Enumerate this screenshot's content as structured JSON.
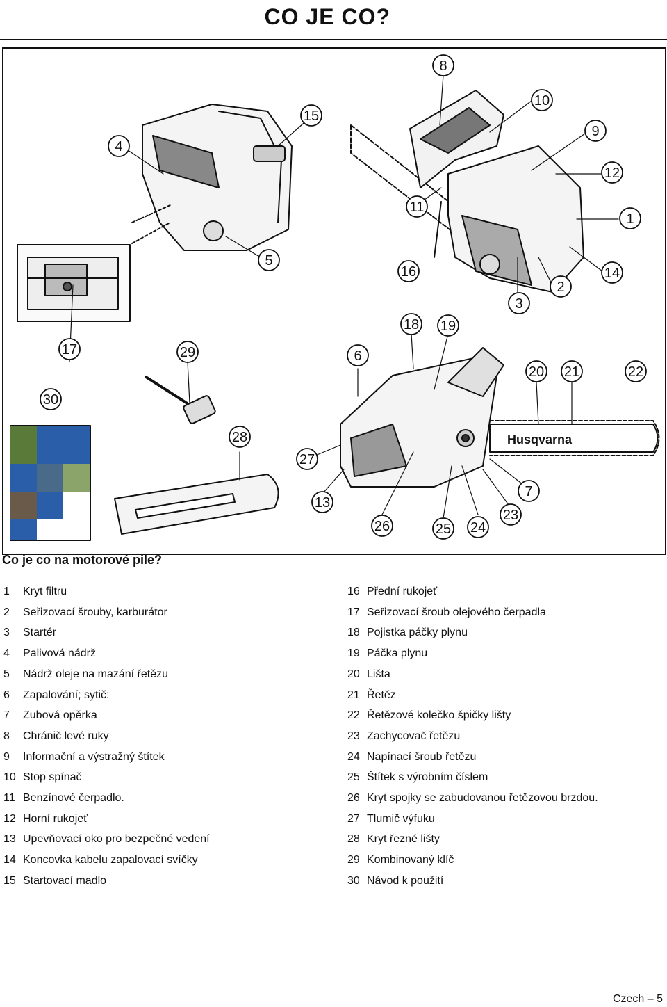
{
  "page_title": "CO JE CO?",
  "figure": {
    "brand": "Husqvarna",
    "callouts": [
      "1",
      "2",
      "3",
      "4",
      "5",
      "6",
      "7",
      "8",
      "9",
      "10",
      "11",
      "12",
      "13",
      "14",
      "15",
      "16",
      "17",
      "18",
      "19",
      "20",
      "21",
      "22",
      "23",
      "24",
      "25",
      "26",
      "27",
      "28",
      "29",
      "30"
    ]
  },
  "section_heading": "Co je co na motorové pile?",
  "parts_left": [
    {
      "num": "1",
      "label": "Kryt filtru"
    },
    {
      "num": "2",
      "label": "Seřizovací šrouby, karburátor"
    },
    {
      "num": "3",
      "label": "Startér"
    },
    {
      "num": "4",
      "label": "Palivová nádrž"
    },
    {
      "num": "5",
      "label": "Nádrž oleje na mazání řetězu"
    },
    {
      "num": "6",
      "label": "Zapalování; sytič:"
    },
    {
      "num": "7",
      "label": "Zubová opěrka"
    },
    {
      "num": "8",
      "label": "Chránič levé ruky"
    },
    {
      "num": "9",
      "label": "Informační a výstražný štítek"
    },
    {
      "num": "10",
      "label": "Stop spínač"
    },
    {
      "num": "11",
      "label": "Benzínové čerpadlo."
    },
    {
      "num": "12",
      "label": "Horní rukojeť"
    },
    {
      "num": "13",
      "label": "Upevňovací oko pro bezpečné vedení"
    },
    {
      "num": "14",
      "label": "Koncovka kabelu zapalovací svíčky"
    },
    {
      "num": "15",
      "label": "Startovací madlo"
    }
  ],
  "parts_right": [
    {
      "num": "16",
      "label": "Přední rukojeť"
    },
    {
      "num": "17",
      "label": "Seřizovací šroub olejového čerpadla"
    },
    {
      "num": "18",
      "label": "Pojistka páčky plynu"
    },
    {
      "num": "19",
      "label": "Páčka plynu"
    },
    {
      "num": "20",
      "label": "Lišta"
    },
    {
      "num": "21",
      "label": "Řetěz"
    },
    {
      "num": "22",
      "label": "Řetězové kolečko špičky lišty"
    },
    {
      "num": "23",
      "label": "Zachycovač řetězu"
    },
    {
      "num": "24",
      "label": "Napínací šroub řetězu"
    },
    {
      "num": "25",
      "label": "Štítek s výrobním číslem"
    },
    {
      "num": "26",
      "label": "Kryt spojky se zabudovanou řetězovou brzdou."
    },
    {
      "num": "27",
      "label": "Tlumič výfuku"
    },
    {
      "num": "28",
      "label": "Kryt řezné lišty"
    },
    {
      "num": "29",
      "label": "Kombinovaný klíč"
    },
    {
      "num": "30",
      "label": "Návod k použití"
    }
  ],
  "footer": "Czech – 5"
}
